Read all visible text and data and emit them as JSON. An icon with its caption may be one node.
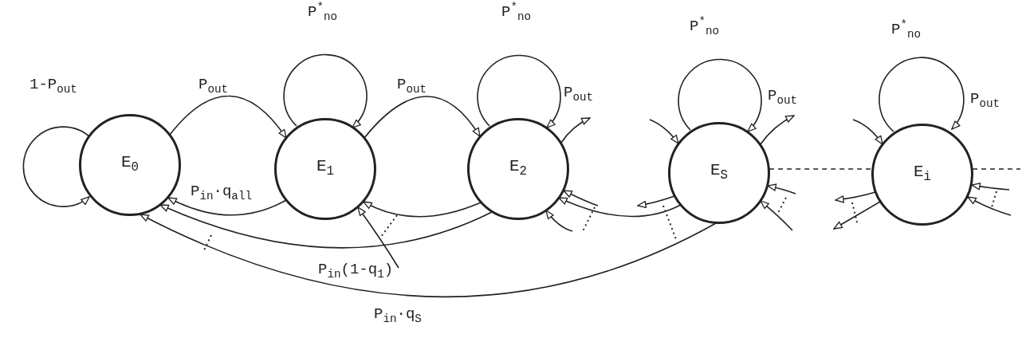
{
  "diagram": {
    "nodes": [
      {
        "text": [
          "E$_{0}$"
        ]
      },
      {
        "text": [
          "E$_{1}$"
        ]
      },
      {
        "text": [
          "E$_{2}$"
        ]
      },
      {
        "text": [
          "E$_{S}$"
        ]
      },
      {
        "text": [
          "E$_{i}$"
        ]
      }
    ],
    "edges": [
      {
        "from": 0,
        "to": 0,
        "arrow": "to",
        "label": "1-P$_{out}$"
      },
      {
        "from": 0,
        "to": 1,
        "arrow": "to",
        "label": "P$_{out}$"
      },
      {
        "from": 1,
        "to": 1,
        "arrow": "to",
        "label": "P$^{*}$$_{no}$"
      },
      {
        "from": 1,
        "to": 2,
        "arrow": "to",
        "label": "P$_{out}$"
      },
      {
        "from": 2,
        "to": 2,
        "arrow": "to",
        "label": "P$^{*}$$_{no}$"
      },
      {
        "from": 2,
        "to": null,
        "arrow": "to",
        "label": "P$_{out}$"
      },
      {
        "from": 3,
        "to": 3,
        "arrow": "to",
        "label": "P$^{*}$$_{no}$"
      },
      {
        "from": null,
        "to": 3,
        "arrow": "to"
      },
      {
        "from": 3,
        "to": null,
        "arrow": "to",
        "label": "P$_{out}$"
      },
      {
        "from": 4,
        "to": 4,
        "arrow": "to",
        "label": "P$^{*}$$_{no}$"
      },
      {
        "from": null,
        "to": 4,
        "arrow": "to"
      },
      {
        "from": 1,
        "to": 0,
        "arrow": "to",
        "label": "P$_{in}$·q$_{all}$"
      },
      {
        "from": 2,
        "to": 1,
        "arrow": "to"
      },
      {
        "from": null,
        "to": 1,
        "arrow": "to",
        "label": "P$_{in}$(1-q$_{1}$)"
      },
      {
        "from": 2,
        "to": 0,
        "arrow": "to"
      },
      {
        "from": 3,
        "to": 0,
        "arrow": "to",
        "label": "P$_{in}$·q$_{S}$"
      },
      {
        "from": 3,
        "to": 2,
        "arrow": "to"
      },
      {
        "from": null,
        "to": 2,
        "arrow": "to"
      },
      {
        "from": null,
        "to": 2,
        "arrow": "to"
      },
      {
        "from": 3,
        "to": null,
        "arrow": "to"
      },
      {
        "from": null,
        "to": 3,
        "arrow": "to"
      },
      {
        "from": null,
        "to": 3,
        "arrow": "to"
      },
      {
        "from": 3,
        "to": 4,
        "arrow": "none",
        "style": "dashed"
      },
      {
        "from": 4,
        "to": null,
        "arrow": "to"
      },
      {
        "from": 4,
        "to": null,
        "arrow": "to"
      },
      {
        "from": null,
        "to": 4,
        "arrow": "to"
      },
      {
        "from": null,
        "to": 4,
        "arrow": "to"
      },
      {
        "from": 4,
        "to": null,
        "arrow": "none",
        "style": "dashed"
      }
    ],
    "labels": [
      "P$_{out}$"
    ]
  }
}
